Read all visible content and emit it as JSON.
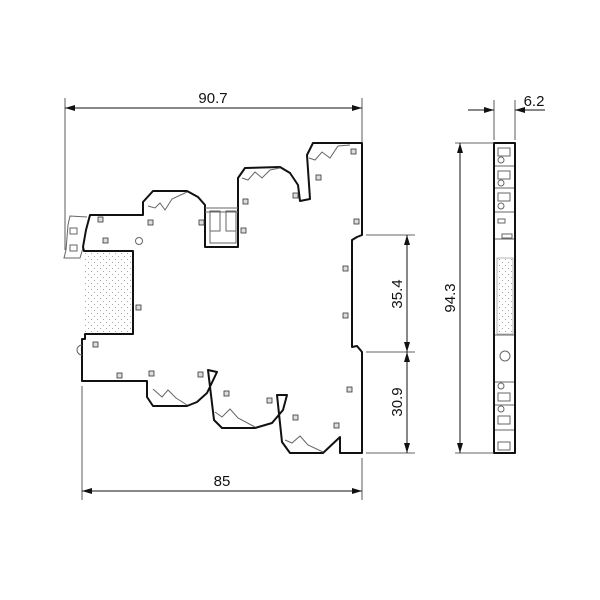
{
  "drawing": {
    "dimensions": {
      "total_width": "90.7",
      "base_width": "85",
      "upper_height": "35.4",
      "lower_height": "30.9",
      "total_height": "94.3",
      "thickness": "6.2"
    }
  }
}
